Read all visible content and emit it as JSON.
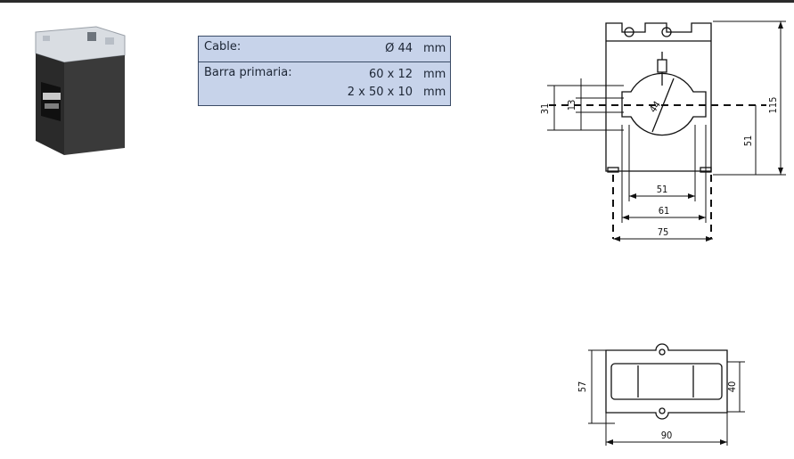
{
  "spec_table": {
    "rows": [
      {
        "label": "Cable:",
        "values": [
          {
            "value": "Ø 44",
            "unit": "mm"
          }
        ]
      },
      {
        "label": "Barra primaria:",
        "values": [
          {
            "value": "60 x 12",
            "unit": "mm"
          },
          {
            "value": "2 x 50 x 10",
            "unit": "mm"
          }
        ]
      }
    ]
  },
  "front_view": {
    "dims": {
      "height_total": "115",
      "height_center": "51",
      "cable_diameter": "44",
      "opening_height": "31",
      "bar_height": "13",
      "inner_width": "51",
      "opening_width": "61",
      "mount_width": "75"
    }
  },
  "bottom_view": {
    "dims": {
      "outer_height": "57",
      "inner_height": "40",
      "width": "90"
    }
  },
  "colors": {
    "table_bg": "#c7d3ea",
    "table_border": "#3b4b66",
    "line": "#111111"
  }
}
